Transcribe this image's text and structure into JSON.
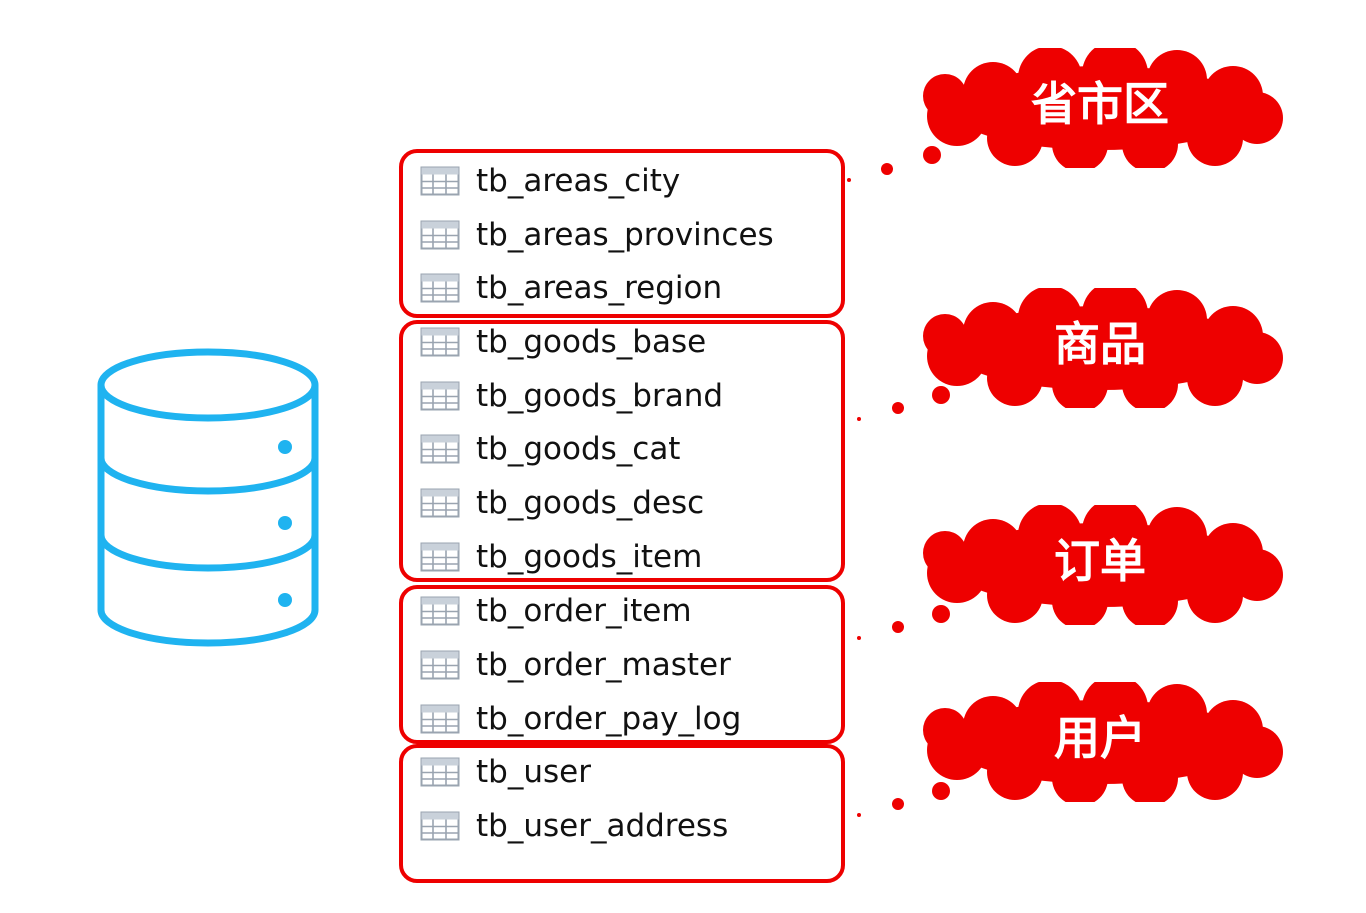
{
  "colors": {
    "accent_red": "#ee0000",
    "database_blue": "#1fb3f0",
    "table_icon_gray": "#9aa4b0"
  },
  "database": {
    "icon": "database-icon"
  },
  "groups": [
    {
      "category": "省市区",
      "tables": [
        "tb_areas_city",
        "tb_areas_provinces",
        "tb_areas_region"
      ]
    },
    {
      "category": "商品",
      "tables": [
        "tb_goods_base",
        "tb_goods_brand",
        "tb_goods_cat",
        "tb_goods_desc",
        "tb_goods_item"
      ]
    },
    {
      "category": "订单",
      "tables": [
        "tb_order_item",
        "tb_order_master",
        "tb_order_pay_log"
      ]
    },
    {
      "category": "用户",
      "tables": [
        "tb_user",
        "tb_user_address"
      ]
    }
  ]
}
